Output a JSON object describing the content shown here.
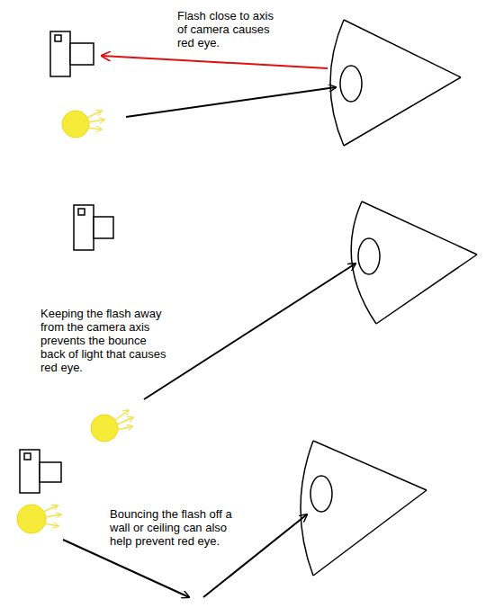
{
  "diagram": {
    "labels": [
      "Flash close to axis of camera causes red eye.",
      "Keeping the flash away from the camera axis prevents the bounce back of light that causes red eye.",
      "Bouncing the flash off a wall or ceiling can also help prevent red eye."
    ]
  }
}
